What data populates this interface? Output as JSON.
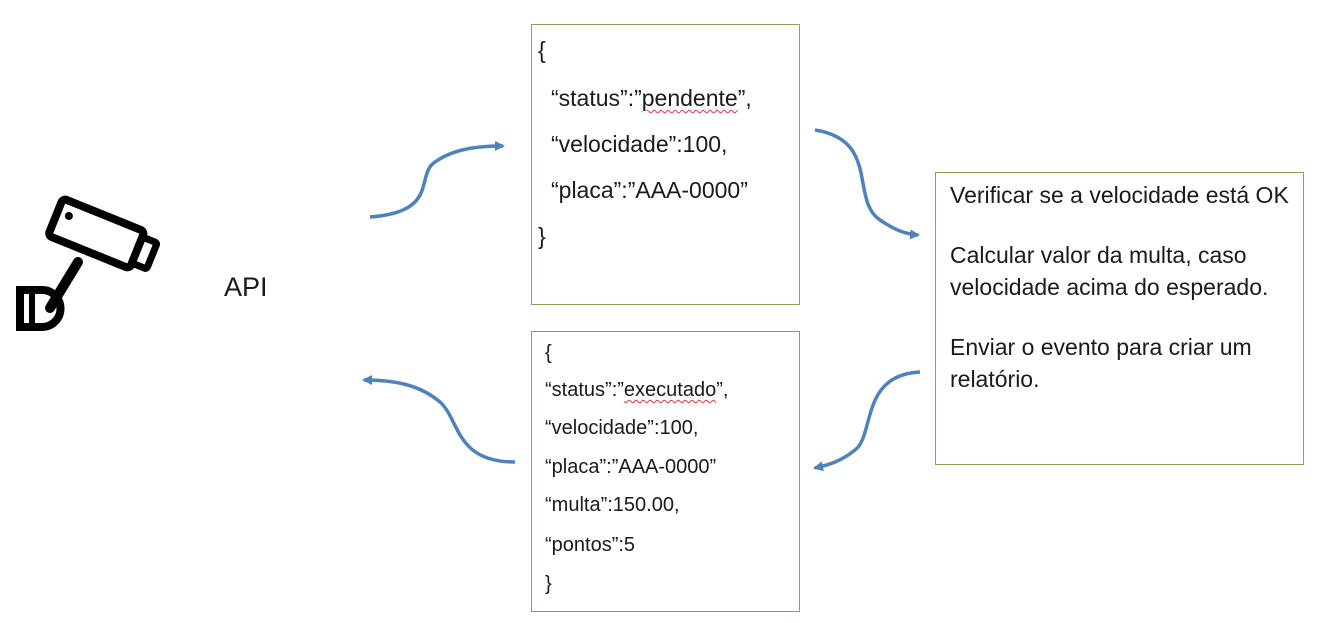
{
  "camera": {
    "icon": "security-camera-icon"
  },
  "api_label": "API",
  "request_json": {
    "open": "{",
    "status": {
      "key": "“status”",
      "sep": ":”",
      "value": "pendente",
      "tail": "”,"
    },
    "velocidade": "“velocidade”:100,",
    "placa": "“placa”:”AAA-0000”",
    "close": "}"
  },
  "process_box": {
    "step1": "Verificar se a velocidade está OK",
    "step2": "Calcular valor da multa, caso velocidade acima do esperado.",
    "step3": "Enviar o evento para criar um relatório."
  },
  "response_json": {
    "open": "{",
    "status": {
      "key": "“status”",
      "sep": ":”",
      "value": "executado",
      "tail": "”,"
    },
    "velocidade": "“velocidade”:100,",
    "placa": "“placa”:”AAA-0000”",
    "multa": "“multa”:150.00,",
    "pontos": "“pontos”:5",
    "close": "}"
  },
  "colors": {
    "arrow": "#4f81bd",
    "box_border": "#8aa35c",
    "spellcheck": "#d9363e",
    "icon": "#000000"
  }
}
